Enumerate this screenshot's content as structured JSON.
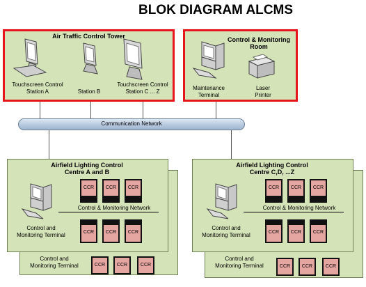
{
  "title": "BLOK DIAGRAM ALCMS",
  "atc": {
    "title": "Air Traffic Control Tower",
    "station_a": [
      "Touchscreen Control",
      "Station A"
    ],
    "station_b": "Station B",
    "station_c": [
      "Touchscreen Control",
      "Station C ... Z"
    ]
  },
  "cmr": {
    "title": [
      "Control & Monitoring",
      "Room"
    ],
    "maintenance": [
      "Maintenance",
      "Terminal"
    ],
    "printer": [
      "Laser",
      "Printer"
    ]
  },
  "network": {
    "label": "Communication Network"
  },
  "centre_ab": {
    "title": [
      "Airfield Lighting Control",
      "Centre A and B"
    ],
    "terminal": [
      "Control and",
      "Monitoring Terminal"
    ],
    "back_terminal": [
      "Control and",
      "Monitoring Terminal"
    ],
    "cmn": "Control & Monitoring Network"
  },
  "centre_cz": {
    "title": [
      "Airfield Lighting Control",
      "Centre C,D, ...Z"
    ],
    "terminal": [
      "Control and",
      "Monitoring Terminal"
    ],
    "back_terminal": [
      "Control and",
      "Monitoring Terminal"
    ],
    "cmn": "Control & Monitoring Network"
  },
  "ccr_label": "CCR",
  "colors": {
    "panel": "#d4e3b8",
    "highlight_border": "#e4161c",
    "ccr_fill": "#e5a5a1",
    "network": "#b7c9df"
  }
}
